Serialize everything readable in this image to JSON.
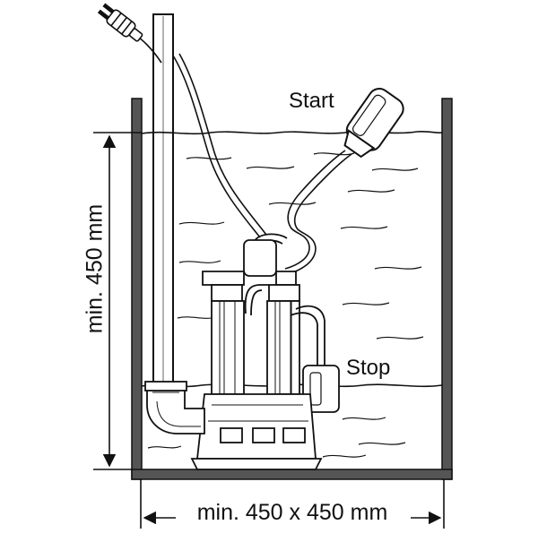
{
  "labels": {
    "start": "Start",
    "stop": "Stop",
    "height": "min. 450 mm",
    "width": "min. 450 x 450 mm"
  },
  "colors": {
    "ink": "#111111",
    "wall": "#555555",
    "paper": "#ffffff"
  },
  "icons": {
    "plug": "power-plug-icon",
    "pump": "submersible-pump-icon",
    "float": "float-switch-icon"
  }
}
